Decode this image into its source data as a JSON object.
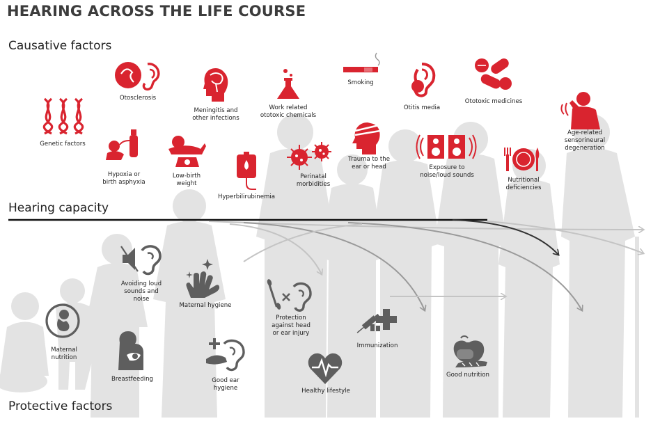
{
  "title": "HEARING ACROSS THE LIFE COURSE",
  "sections": {
    "causative": "Causative factors",
    "capacity": "Hearing capacity",
    "protective": "Protective factors"
  },
  "colors": {
    "causative_red": "#d9242f",
    "protective_gray": "#5e5e5e",
    "silhouette": "#e3e3e3",
    "timeline": "#111111"
  },
  "causative_factors": [
    {
      "label": "Genetic factors",
      "icon": "dna-icon"
    },
    {
      "label": "Otosclerosis",
      "icon": "ear-bone-icon"
    },
    {
      "label": "Meningitis and\nother infections",
      "icon": "head-brain-icon"
    },
    {
      "label": "Work related\nototoxic chemicals",
      "icon": "flask-icon"
    },
    {
      "label": "Smoking",
      "icon": "cigarette-icon"
    },
    {
      "label": "Otitis media",
      "icon": "ear-icon"
    },
    {
      "label": "Ototoxic medicines",
      "icon": "pills-icon"
    },
    {
      "label": "Age-related\nsensorineural\ndegeneration",
      "icon": "elderly-person-icon"
    },
    {
      "label": "Hypoxia or\nbirth asphyxia",
      "icon": "baby-oxygen-icon"
    },
    {
      "label": "Low-birth\nweight",
      "icon": "baby-scale-icon"
    },
    {
      "label": "Hyperbilirubinemia",
      "icon": "iv-bag-icon"
    },
    {
      "label": "Perinatal\nmorbidities",
      "icon": "virus-icon"
    },
    {
      "label": "Trauma to the\near or head",
      "icon": "bandaged-head-icon"
    },
    {
      "label": "Exposure to\nnoise/loud sounds",
      "icon": "speakers-icon"
    },
    {
      "label": "Nutritional\ndeficiencies",
      "icon": "empty-plate-icon"
    }
  ],
  "protective_factors": [
    {
      "label": "Avoiding loud\nsounds and\nnoise",
      "icon": "ear-protection-icon"
    },
    {
      "label": "Maternal hygiene",
      "icon": "clean-hand-icon"
    },
    {
      "label": "Maternal\nnutrition",
      "icon": "fetus-icon"
    },
    {
      "label": "Protection\nagainst head\nor ear injury",
      "icon": "ear-no-cotton-swab-icon"
    },
    {
      "label": "Immunization",
      "icon": "syringe-cross-icon"
    },
    {
      "label": "Breastfeeding",
      "icon": "breastfeeding-icon"
    },
    {
      "label": "Good ear\nhygiene",
      "icon": "ear-care-icon"
    },
    {
      "label": "Healthy lifestyle",
      "icon": "heart-pulse-icon"
    },
    {
      "label": "Good nutrition",
      "icon": "fruit-vegetable-icon"
    }
  ]
}
